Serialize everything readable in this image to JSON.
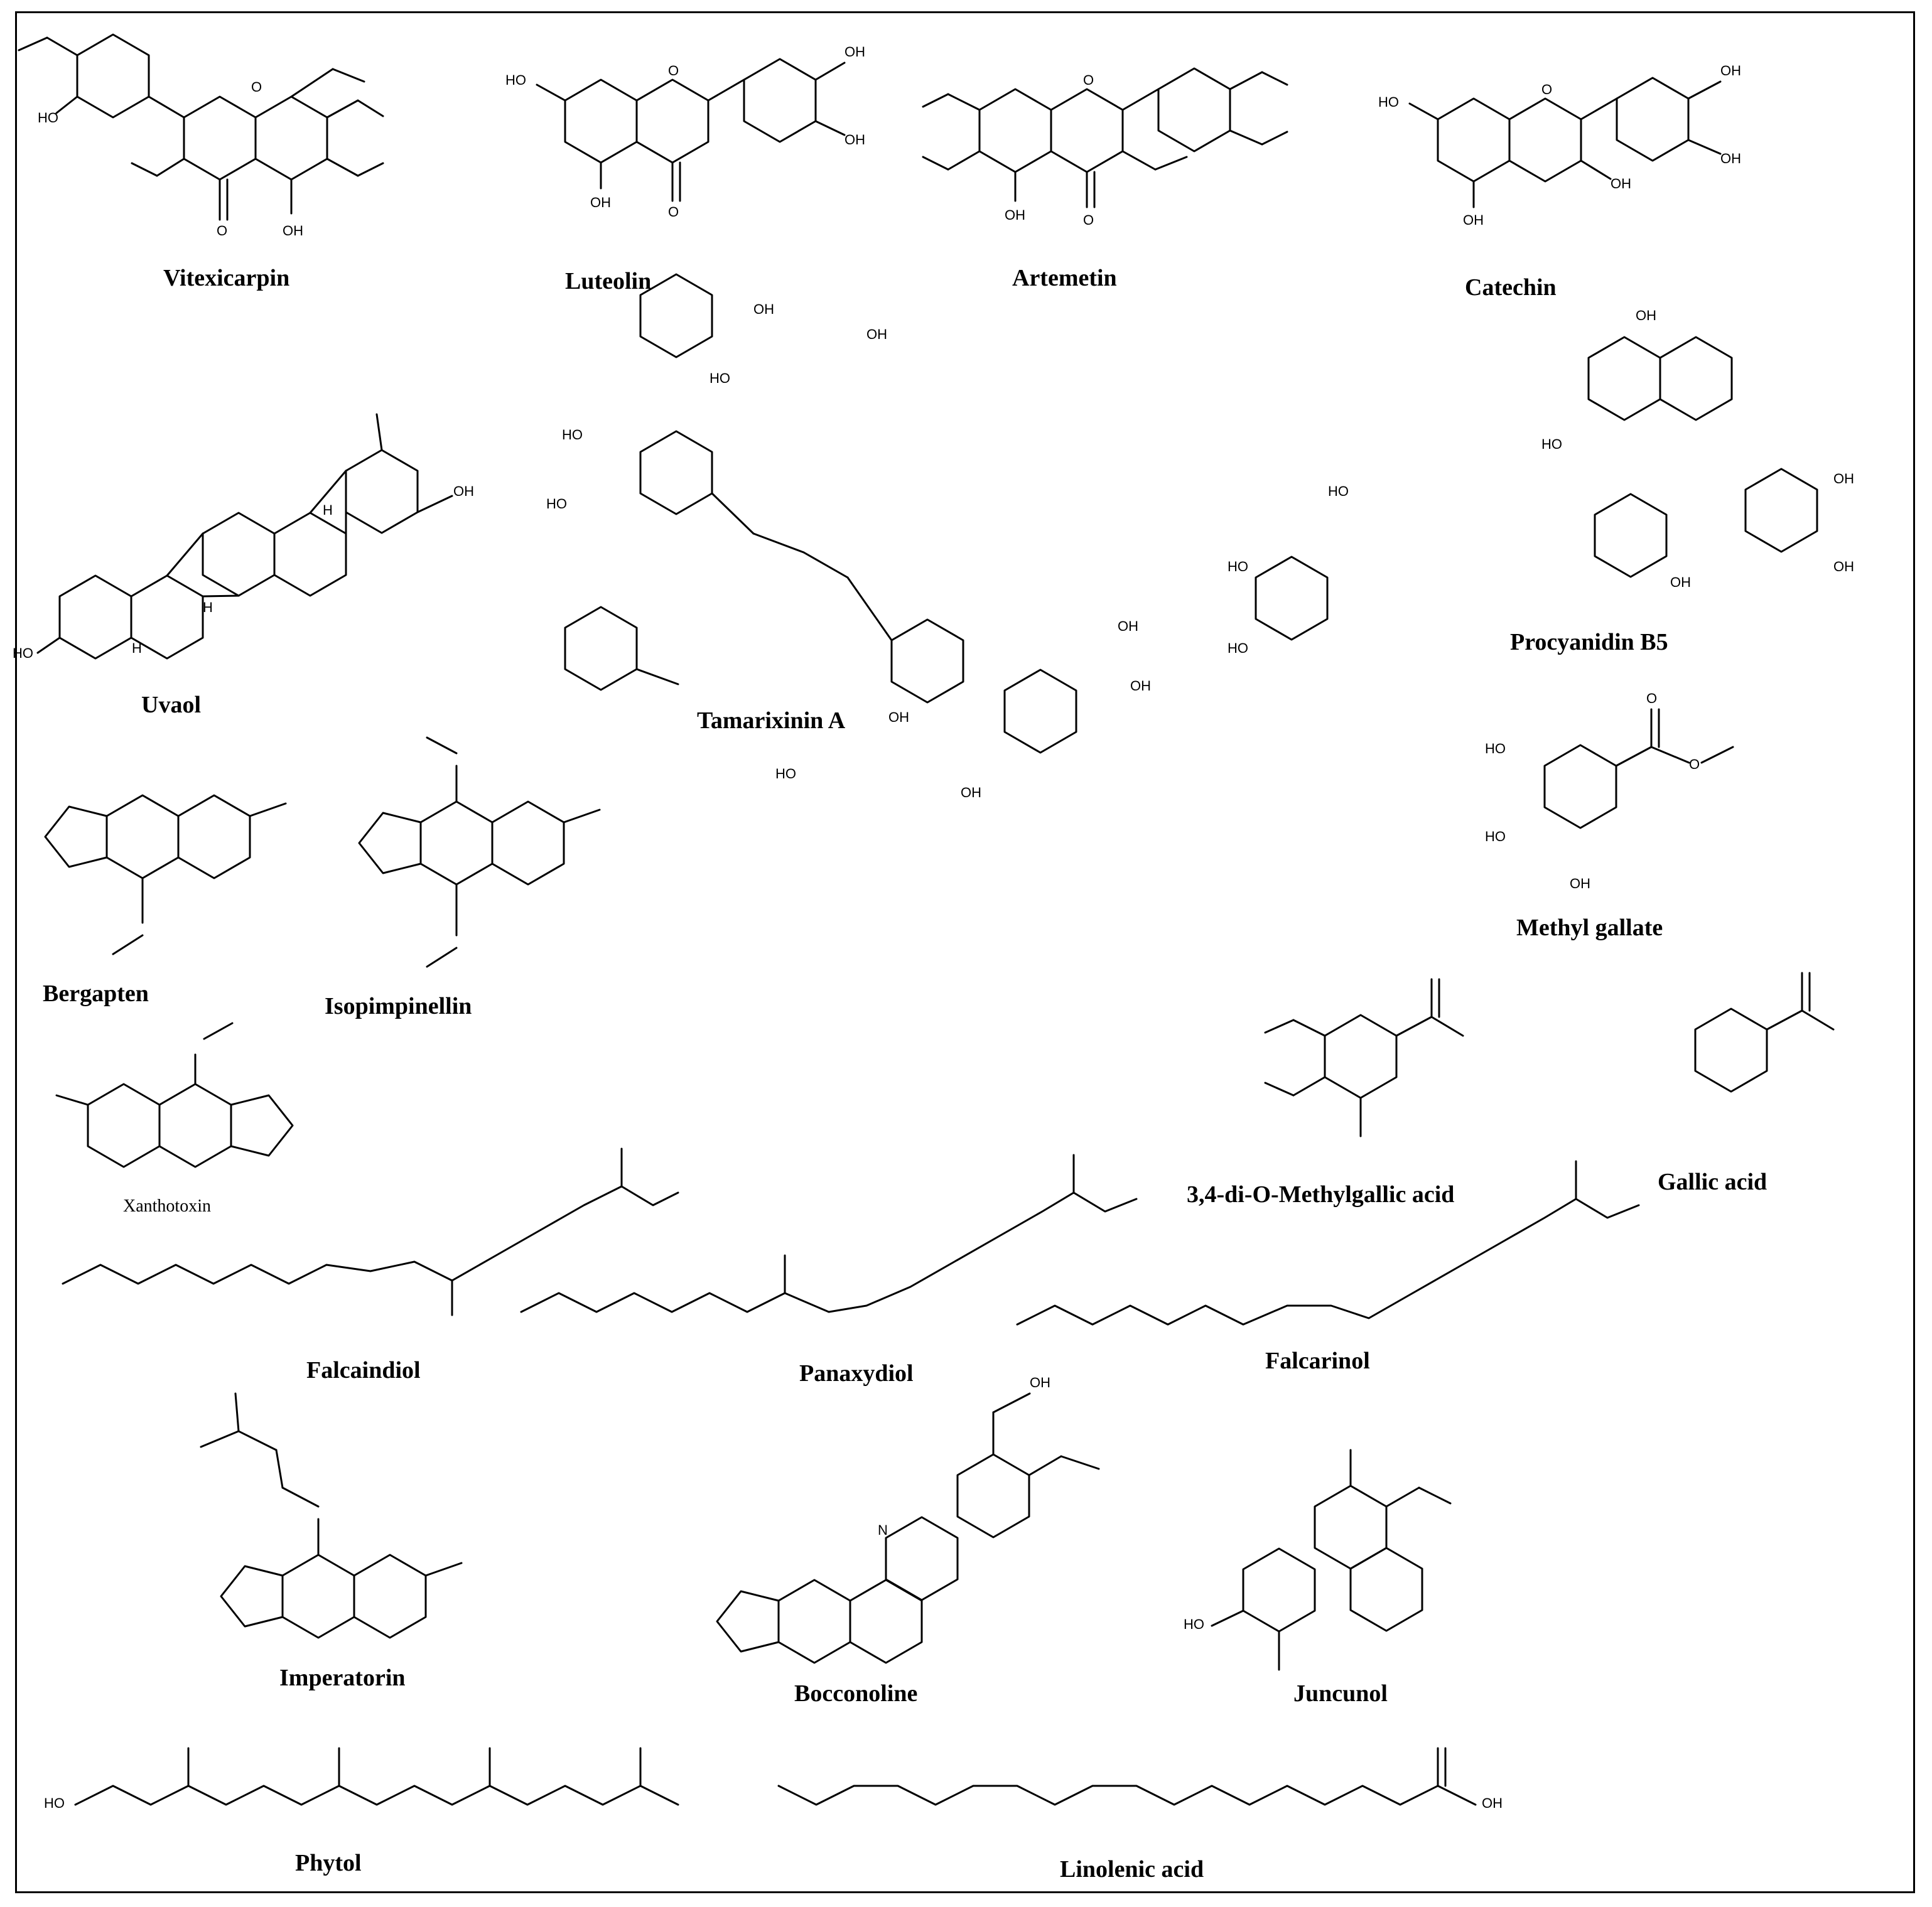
{
  "figure": {
    "compounds": [
      {
        "name": "Vitexicarpin"
      },
      {
        "name": "Luteolin"
      },
      {
        "name": "Artemetin"
      },
      {
        "name": "Catechin"
      },
      {
        "name": "Uvaol"
      },
      {
        "name": "Tamarixinin A"
      },
      {
        "name": "Procyanidin B5"
      },
      {
        "name": "Bergapten"
      },
      {
        "name": "Isopimpinellin"
      },
      {
        "name": "Methyl gallate"
      },
      {
        "name": "Xanthotoxin"
      },
      {
        "name": "3,4-di-O-Methylgallic acid"
      },
      {
        "name": "Gallic acid"
      },
      {
        "name": "Falcaindiol"
      },
      {
        "name": "Panaxydiol"
      },
      {
        "name": "Falcarinol"
      },
      {
        "name": "Imperatorin"
      },
      {
        "name": "Bocconoline"
      },
      {
        "name": "Juncunol"
      },
      {
        "name": "Phytol"
      },
      {
        "name": "Linolenic acid"
      }
    ],
    "atom_labels": {
      "oh": "OH",
      "ho": "HO",
      "o": "O",
      "n": "N",
      "h": "H"
    }
  }
}
